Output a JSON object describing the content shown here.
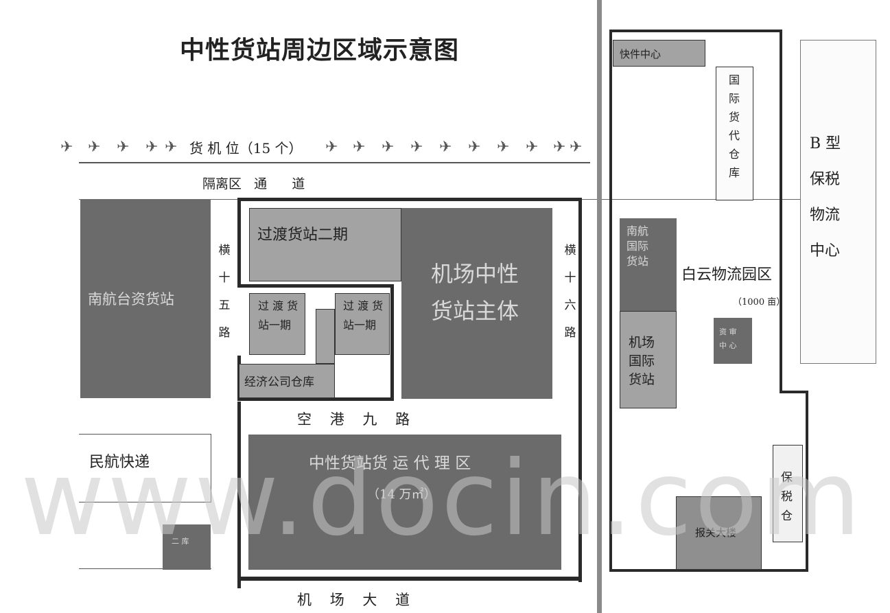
{
  "title": "中性货站周边区域示意图",
  "cargo_stands": "货 机 位（15 个）",
  "isolation_road": "隔离区   通      道",
  "left": {
    "nanhang_tai": "南航台资货站",
    "heng15": [
      "横",
      "十",
      "五",
      "路"
    ],
    "minhang": "民航快递",
    "small_box": "二 库"
  },
  "center": {
    "guodu2": "过渡货站二期",
    "guodu1a": "过 渡 货\n站一期",
    "guodu1b": "过 渡 货\n站一期",
    "jingji": "经济公司仓库",
    "main": "机场中性\n货站主体",
    "heng16": [
      "横",
      "十",
      "六",
      "路"
    ],
    "konggang": "空    港    九    路",
    "agent_zone": "中性货站货 运 代 理 区",
    "agent_area": "（14 万㎡）",
    "jichang_avenue": "机    场    大    道"
  },
  "right": {
    "kuaijian": "快件中心",
    "guoji_huodai": [
      "国",
      "际",
      "货",
      "代",
      "仓",
      "库"
    ],
    "nanhang_guoji": "南航\n国际\n货站",
    "jichang_guoji": "机场\n国际\n货站",
    "baiyun": "白云物流园区",
    "baiyun_area": "（1000 亩）",
    "small_center": "资 审\n中 心",
    "btype": "B 型\n保税\n物流\n中心",
    "baoshui": "保\n税\n仓",
    "baoguan": "报关大楼"
  },
  "watermark": "www.docin.com"
}
